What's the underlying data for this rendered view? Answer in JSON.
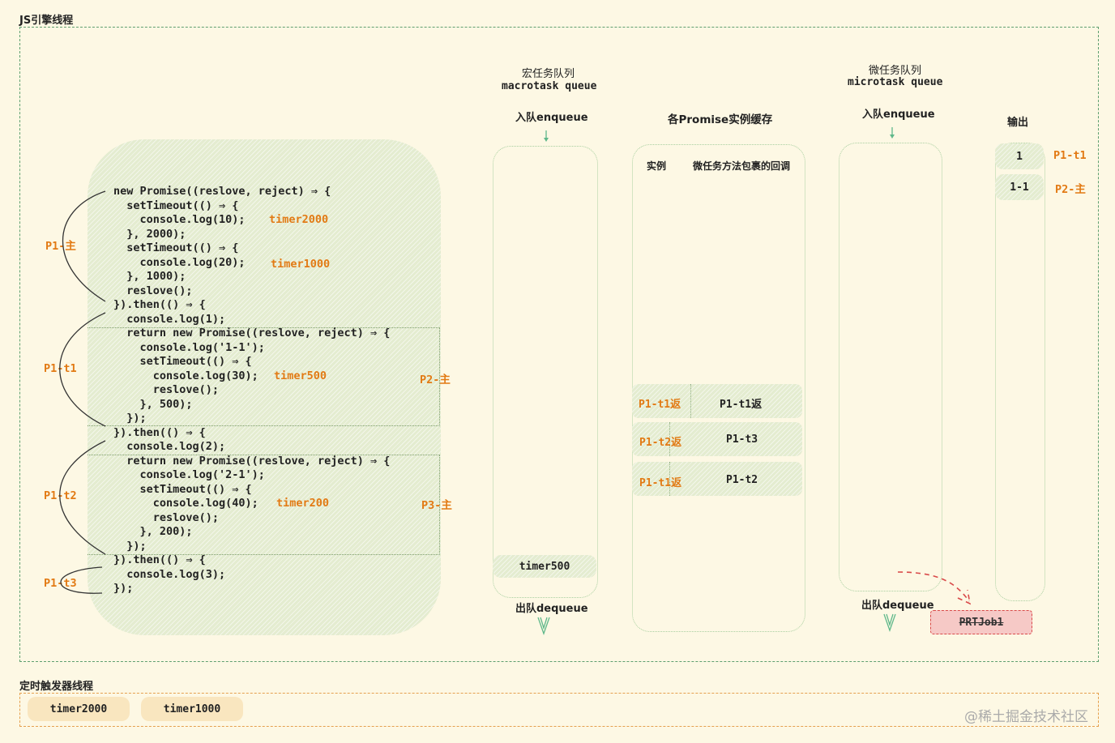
{
  "js_thread_title": "JS引擎线程",
  "timer_thread_title": "定时触发器线程",
  "code_lines": [
    "new Promise((reslove, reject) ⇒ {",
    "  setTimeout(() ⇒ {",
    "    console.log(10);",
    "  }, 2000);",
    "  setTimeout(() ⇒ {",
    "    console.log(20);",
    "  }, 1000);",
    "  reslove();",
    "}).then(() ⇒ {",
    "  console.log(1);",
    "  return new Promise((reslove, reject) ⇒ {",
    "    console.log('1-1');",
    "    setTimeout(() ⇒ {",
    "      console.log(30);",
    "      reslove();",
    "    }, 500);",
    "  });",
    "}).then(() ⇒ {",
    "  console.log(2);",
    "  return new Promise((reslove, reject) ⇒ {",
    "    console.log('2-1');",
    "    setTimeout(() ⇒ {",
    "      console.log(40);",
    "      reslove();",
    "    }, 200);",
    "  });",
    "}).then(() ⇒ {",
    "  console.log(3);",
    "});"
  ],
  "inline_timers": {
    "t2000": "timer2000",
    "t1000": "timer1000",
    "t500": "timer500",
    "t200": "timer200"
  },
  "side_labels": {
    "p1_main": "P1-主",
    "p1_t1": "P1-t1",
    "p1_t2": "P1-t2",
    "p1_t3": "P1-t3",
    "p2_main": "P2-主",
    "p3_main": "P3-主"
  },
  "macrotask": {
    "title_cn": "宏任务队列",
    "title_en": "macrotask queue",
    "enqueue": "入队enqueue",
    "dequeue": "出队dequeue",
    "items": [
      "timer500"
    ]
  },
  "promise_cache": {
    "title": "各Promise实例缓存",
    "col_instance": "实例",
    "col_callback": "微任务方法包裹的回调",
    "rows": [
      {
        "instance": "P1-t1返",
        "callback": "P1-t1返"
      },
      {
        "instance": "P1-t2返",
        "callback": "P1-t3"
      },
      {
        "instance": "P1-t1返",
        "callback": "P1-t2"
      }
    ]
  },
  "microtask": {
    "title_cn": "微任务队列",
    "title_en": "microtask queue",
    "enqueue": "入队enqueue",
    "dequeue": "出队dequeue",
    "prt_job": "PRTJob1"
  },
  "output": {
    "title": "输出",
    "items": [
      {
        "value": "1",
        "tag": "P1-t1"
      },
      {
        "value": "1-1",
        "tag": "P2-主"
      }
    ]
  },
  "timer_thread_items": [
    "timer2000",
    "timer1000"
  ],
  "watermark": "@稀土掘金技术社区",
  "colors": {
    "background": "#fdf8e4",
    "frame_green": "#5f9f6f",
    "frame_orange": "#e5a04e",
    "accent_orange": "#e27a14",
    "fill_green": "#e4ecd0",
    "prt_red": "#e05050"
  }
}
